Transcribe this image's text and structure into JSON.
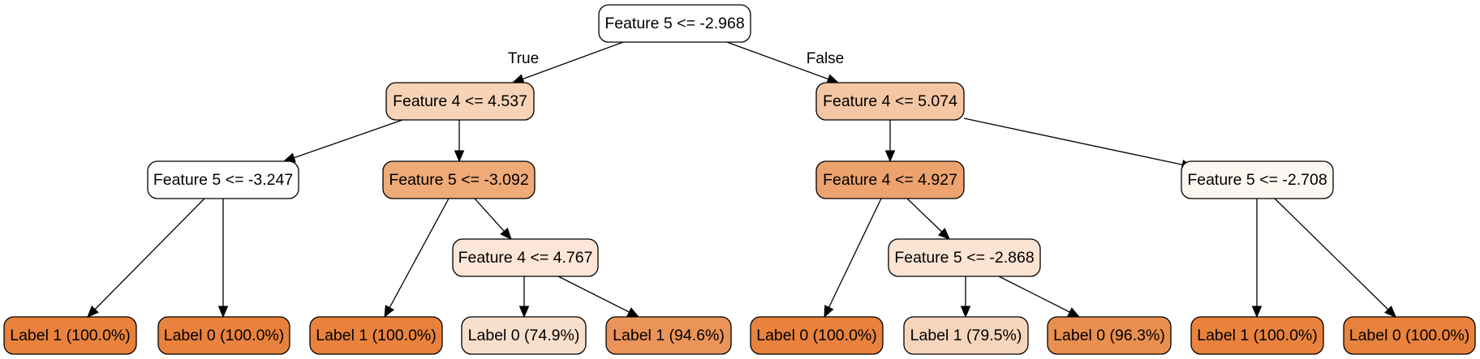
{
  "diagram": {
    "type": "decision-tree",
    "edge_labels": {
      "true": "True",
      "false": "False"
    },
    "nodes": [
      {
        "id": "n0",
        "label": "Feature 5 <= -2.968",
        "fill": "#ffffff"
      },
      {
        "id": "n1",
        "label": "Feature 4 <= 4.537",
        "fill": "#f7d3b8"
      },
      {
        "id": "n2",
        "label": "Feature 4 <= 5.074",
        "fill": "#f5c6a4"
      },
      {
        "id": "n3",
        "label": "Feature 5 <= -3.247",
        "fill": "#ffffff"
      },
      {
        "id": "n4",
        "label": "Feature 5 <= -3.092",
        "fill": "#eeaa77"
      },
      {
        "id": "n5",
        "label": "Feature 4 <= 4.927",
        "fill": "#eda36d"
      },
      {
        "id": "n6",
        "label": "Feature 5 <= -2.708",
        "fill": "#fdf7f2"
      },
      {
        "id": "n7",
        "label": "Feature 4 <= 4.767",
        "fill": "#fbe6d7"
      },
      {
        "id": "n8",
        "label": "Feature 5 <= -2.868",
        "fill": "#fbe4d3"
      },
      {
        "id": "n9",
        "label": "Label 1 (100.0%)",
        "fill": "#e8823c"
      },
      {
        "id": "n10",
        "label": "Label 0 (100.0%)",
        "fill": "#e8823c"
      },
      {
        "id": "n11",
        "label": "Label 1 (100.0%)",
        "fill": "#e8823c"
      },
      {
        "id": "n12",
        "label": "Label 0 (74.9%)",
        "fill": "#f8dfcc"
      },
      {
        "id": "n13",
        "label": "Label 1 (94.6%)",
        "fill": "#ea9459"
      },
      {
        "id": "n14",
        "label": "Label 0 (100.0%)",
        "fill": "#e8823c"
      },
      {
        "id": "n15",
        "label": "Label 1 (79.5%)",
        "fill": "#f7d5bc"
      },
      {
        "id": "n16",
        "label": "Label 0 (96.3%)",
        "fill": "#e98f4f"
      },
      {
        "id": "n17",
        "label": "Label 1 (100.0%)",
        "fill": "#e8823c"
      },
      {
        "id": "n18",
        "label": "Label 0 (100.0%)",
        "fill": "#e8823c"
      }
    ],
    "edges": [
      {
        "from": "n0",
        "to": "n1",
        "label_key": "true"
      },
      {
        "from": "n0",
        "to": "n2",
        "label_key": "false"
      },
      {
        "from": "n1",
        "to": "n3"
      },
      {
        "from": "n1",
        "to": "n4"
      },
      {
        "from": "n2",
        "to": "n5"
      },
      {
        "from": "n2",
        "to": "n6"
      },
      {
        "from": "n3",
        "to": "n9"
      },
      {
        "from": "n3",
        "to": "n10"
      },
      {
        "from": "n4",
        "to": "n11"
      },
      {
        "from": "n4",
        "to": "n7"
      },
      {
        "from": "n7",
        "to": "n12"
      },
      {
        "from": "n7",
        "to": "n13"
      },
      {
        "from": "n5",
        "to": "n14"
      },
      {
        "from": "n5",
        "to": "n8"
      },
      {
        "from": "n8",
        "to": "n15"
      },
      {
        "from": "n8",
        "to": "n16"
      },
      {
        "from": "n6",
        "to": "n17"
      },
      {
        "from": "n6",
        "to": "n18"
      }
    ]
  }
}
